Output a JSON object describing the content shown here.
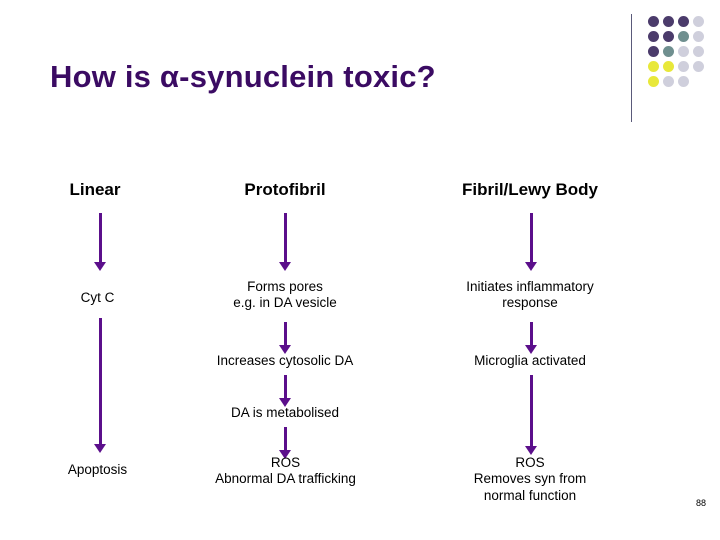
{
  "slide": {
    "title": "How is α-synuclein toxic?",
    "page_number": "88",
    "colors": {
      "title": "#3b0b63",
      "arrow": "#5b0f8b",
      "dot_purple": "#4b3b6b",
      "dot_teal": "#6f8f8f",
      "dot_yellow": "#e8e83a",
      "dot_grey": "#cfcfdc",
      "rule": "#5a5a7a"
    },
    "decoration": {
      "dot_grid_name": "dot-grid-decoration",
      "rows": [
        [
          "dot_purple",
          "dot_purple",
          "dot_purple",
          "dot_grey"
        ],
        [
          "dot_purple",
          "dot_purple",
          "dot_teal",
          "dot_grey"
        ],
        [
          "dot_purple",
          "dot_teal",
          "dot_grey",
          "dot_grey"
        ],
        [
          "dot_yellow",
          "dot_yellow",
          "dot_grey",
          "dot_grey"
        ],
        [
          "dot_yellow",
          "dot_grey",
          "dot_grey",
          ""
        ]
      ]
    },
    "columns": [
      {
        "header": "Linear",
        "nodes": [
          "Cyt C",
          "Apoptosis"
        ]
      },
      {
        "header": "Protofibril",
        "nodes": [
          "Forms pores\ne.g. in DA vesicle",
          "Increases cytosolic DA",
          "DA is metabolised",
          "ROS\nAbnormal DA trafficking"
        ]
      },
      {
        "header": "Fibril/Lewy Body",
        "nodes": [
          "Initiates inflammatory\nresponse",
          "Microglia activated",
          "ROS\nRemoves syn from\nnormal function"
        ]
      }
    ]
  }
}
